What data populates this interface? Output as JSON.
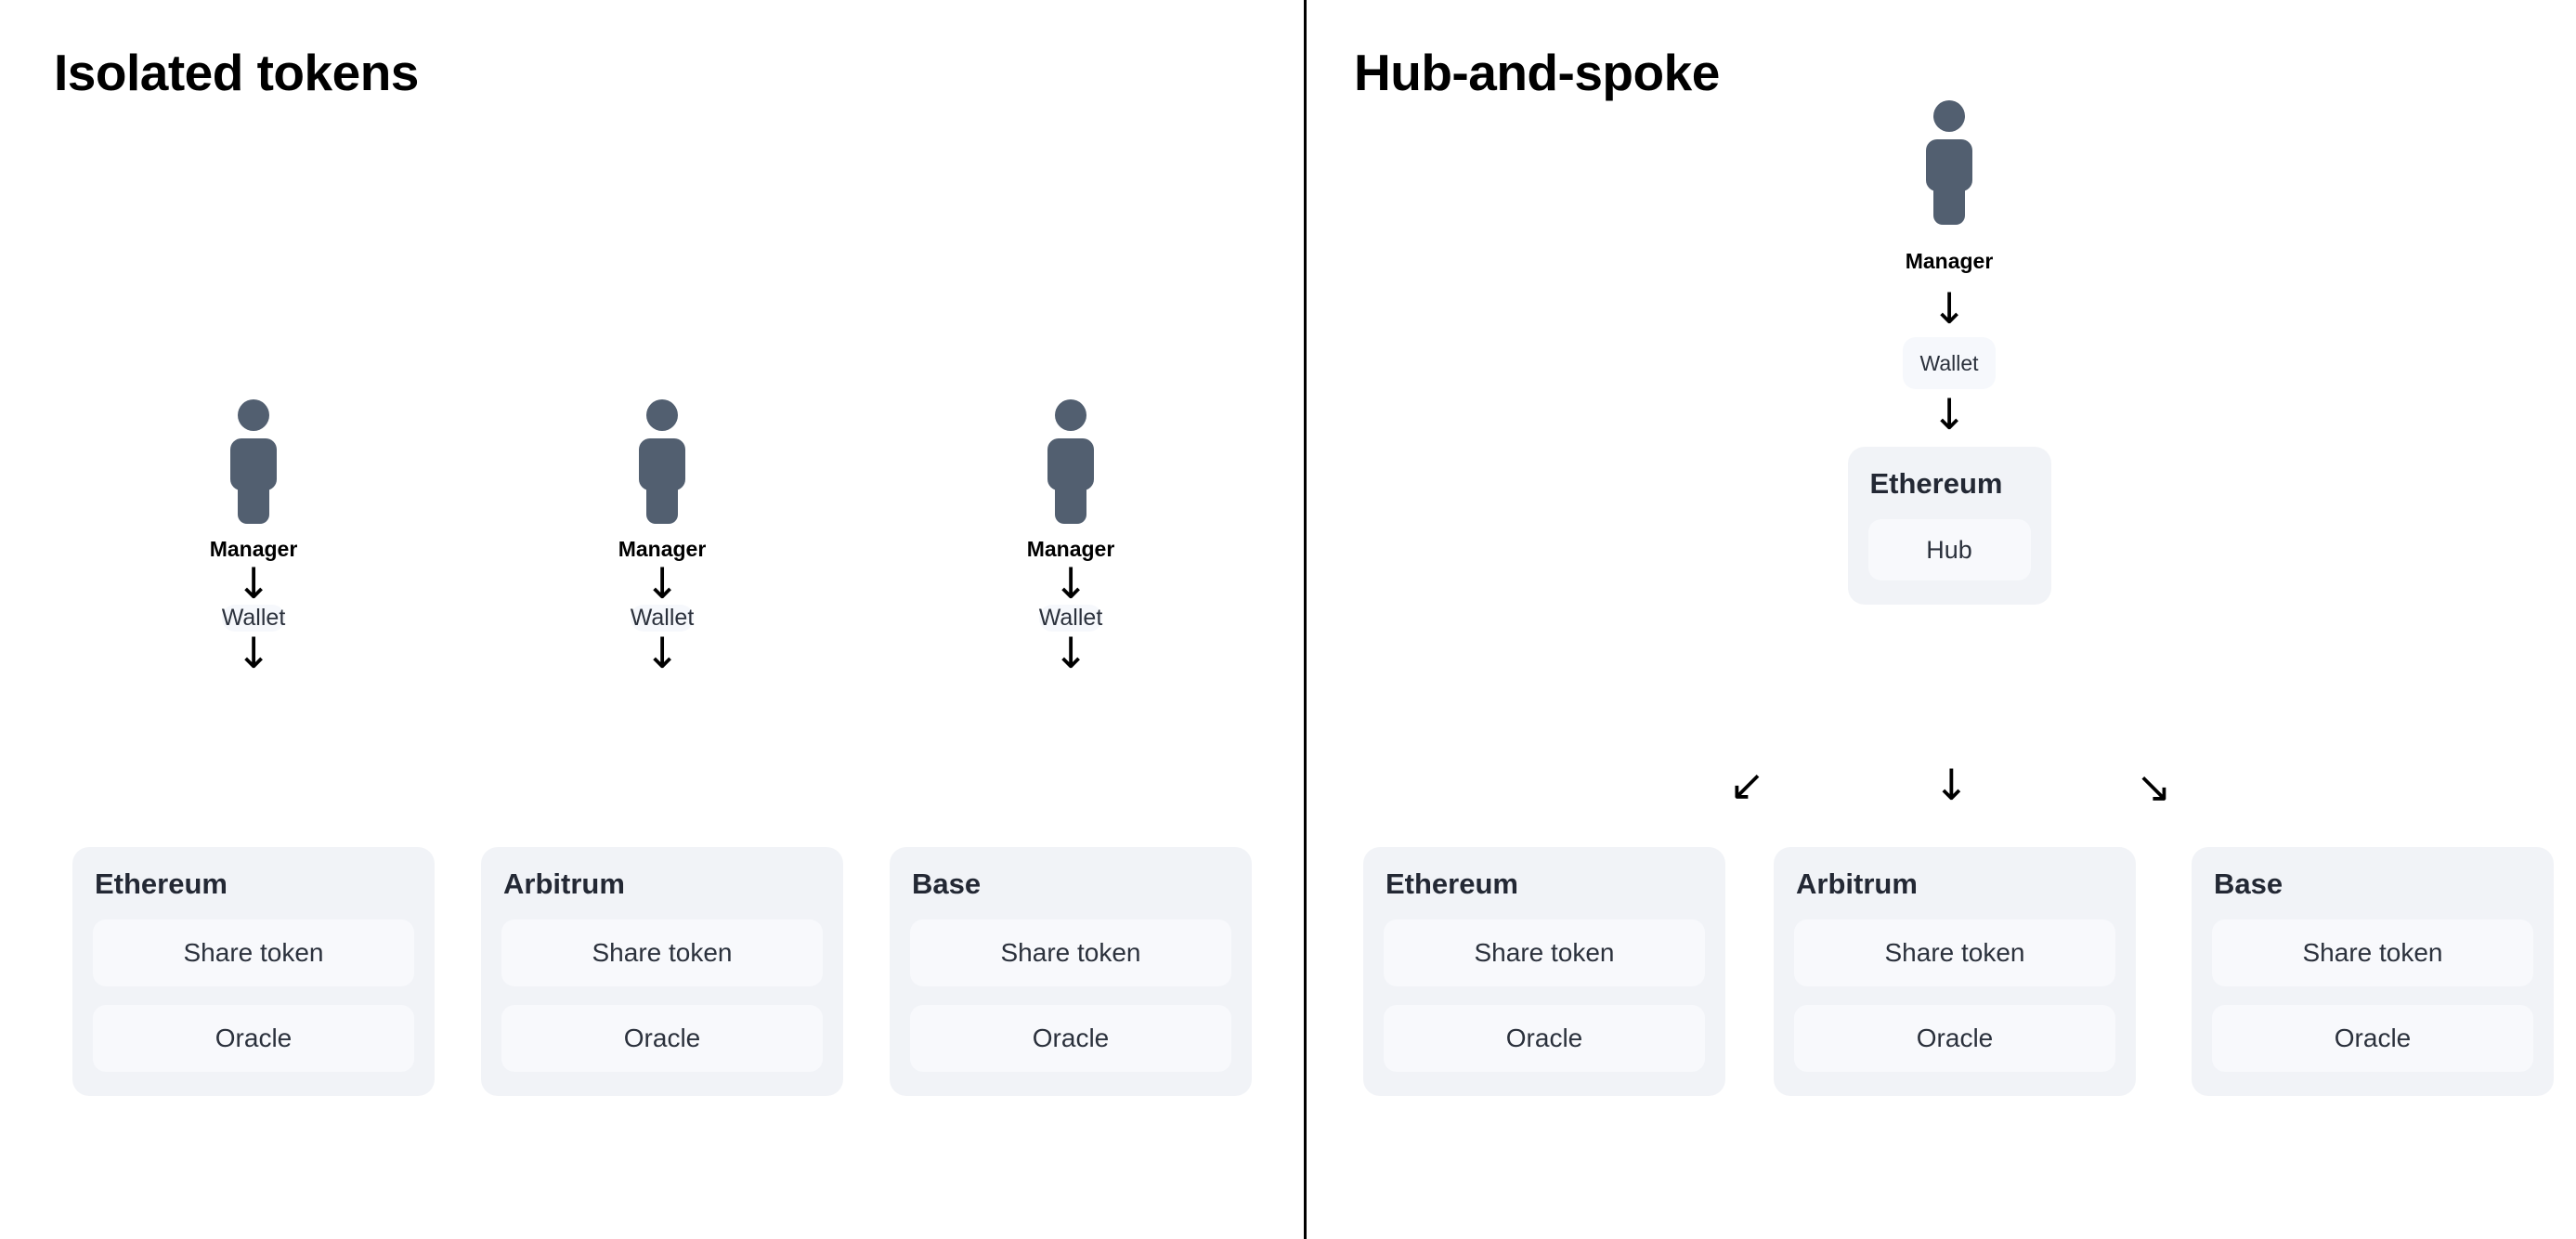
{
  "colors": {
    "person": "#525f70",
    "card_bg": "#f1f3f7",
    "sub_box_bg": "#f8f9fc",
    "wallet_bg": "#f6f8fc",
    "text_dark": "#232834",
    "divider": "#000000"
  },
  "icons": {
    "person": "person-icon",
    "arrow_down": "↓",
    "arrow_down_left": "↙",
    "arrow_down_right": "↘"
  },
  "left_panel": {
    "title": "Isolated tokens",
    "columns": [
      {
        "manager_label": "Manager",
        "wallet_label": "Wallet",
        "chain_name": "Ethereum",
        "components": [
          "Share token",
          "Oracle"
        ]
      },
      {
        "manager_label": "Manager",
        "wallet_label": "Wallet",
        "chain_name": "Arbitrum",
        "components": [
          "Share token",
          "Oracle"
        ]
      },
      {
        "manager_label": "Manager",
        "wallet_label": "Wallet",
        "chain_name": "Base",
        "components": [
          "Share token",
          "Oracle"
        ]
      }
    ]
  },
  "right_panel": {
    "title": "Hub-and-spoke",
    "hub": {
      "manager_label": "Manager",
      "wallet_label": "Wallet",
      "chain_name": "Ethereum",
      "component": "Hub"
    },
    "spokes": [
      {
        "chain_name": "Ethereum",
        "components": [
          "Share token",
          "Oracle"
        ]
      },
      {
        "chain_name": "Arbitrum",
        "components": [
          "Share token",
          "Oracle"
        ]
      },
      {
        "chain_name": "Base",
        "components": [
          "Share token",
          "Oracle"
        ]
      }
    ]
  }
}
